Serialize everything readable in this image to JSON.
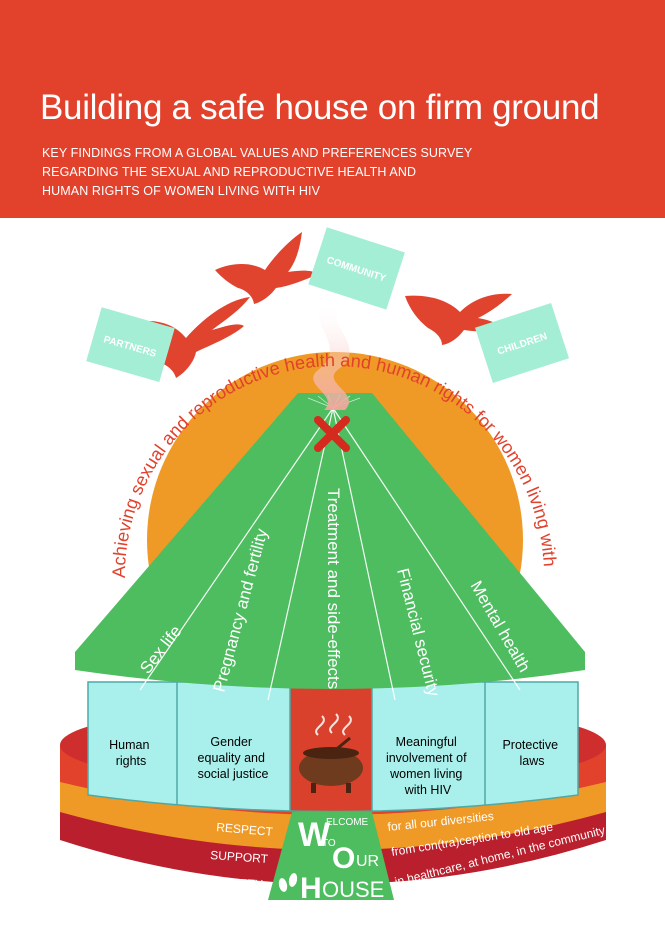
{
  "header": {
    "title": "Building a safe house on firm ground",
    "subtitle_lines": [
      "KEY FINDINGS FROM A GLOBAL VALUES AND PREFERENCES SURVEY",
      "REGARDING THE SEXUAL AND REPRODUCTIVE HEALTH AND",
      "HUMAN RIGHTS OF WOMEN LIVING WITH HIV"
    ]
  },
  "flags": {
    "partners": "PARTNERS",
    "community": "COMMUNITY",
    "children": "CHILDREN"
  },
  "arc_text": "Achieving sexual and reproductive health and human rights for women living with HIV",
  "roof_sections": [
    "Sex life",
    "Pregnancy and fertility",
    "Treatment and side-effects",
    "Financial security",
    "Mental health"
  ],
  "wall_panels": {
    "panel1": [
      "Human",
      "rights"
    ],
    "panel2": [
      "Gender",
      "equality and",
      "social justice"
    ],
    "panel4": [
      "Meaningful",
      "involvement of",
      "women living",
      "with HIV"
    ],
    "panel5": [
      "Protective",
      "laws"
    ]
  },
  "foundation": [
    {
      "label": "RESPECT",
      "detail": "for all our diversities"
    },
    {
      "label": "SUPPORT",
      "detail": "from con(tra)ception to old age"
    },
    {
      "label": "SAFETY",
      "detail": "in healthcare, at home, in the community"
    }
  ],
  "welcome_sign": {
    "w": "W",
    "elcome": "ELCOME",
    "to": "TO",
    "o": "O",
    "ur": "UR",
    "h": "H",
    "ouse": "OUSE"
  },
  "colors": {
    "header_red": "#e2412c",
    "sun_orange": "#ef9a26",
    "roof_green": "#4dbd5f",
    "wall_cyan": "#a9f0ec",
    "flag_mint": "#a4eed6",
    "bird_red": "#e0442f",
    "band_respect": "#e2412c",
    "band_support": "#ef9a26",
    "band_safety": "#b91f2c"
  }
}
